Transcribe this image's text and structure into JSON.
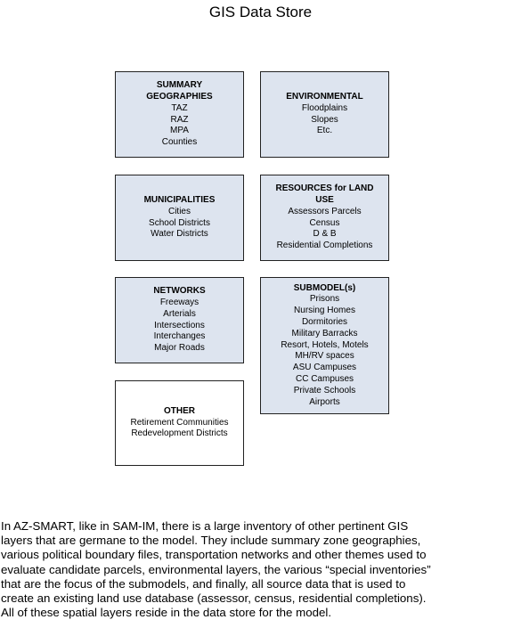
{
  "title": "GIS Data Store",
  "boxes": [
    {
      "id": "summary",
      "heading_lines": [
        "SUMMARY",
        "GEOGRAPHIES"
      ],
      "items": [
        "TAZ",
        "RAZ",
        "MPA",
        "Counties"
      ]
    },
    {
      "id": "environmental",
      "heading_lines": [
        "ENVIRONMENTAL"
      ],
      "items": [
        "Floodplains",
        "Slopes",
        "Etc."
      ]
    },
    {
      "id": "municipalities",
      "heading_lines": [
        "MUNICIPALITIES"
      ],
      "items": [
        "Cities",
        "School Districts",
        "Water Districts"
      ]
    },
    {
      "id": "resources",
      "heading_lines": [
        "RESOURCES for LAND",
        "USE"
      ],
      "items": [
        "Assessors Parcels",
        "Census",
        "D & B",
        "Residential Completions"
      ]
    },
    {
      "id": "networks",
      "heading_lines": [
        "NETWORKS"
      ],
      "items": [
        "Freeways",
        "Arterials",
        "Intersections",
        "Interchanges",
        "Major Roads"
      ]
    },
    {
      "id": "submodels",
      "heading_lines": [
        "SUBMODEL(s)"
      ],
      "items": [
        "Prisons",
        "Nursing Homes",
        "Dormitories",
        "Military Barracks",
        "Resort, Hotels, Motels",
        "MH/RV spaces",
        "ASU Campuses",
        "CC Campuses",
        "Private Schools",
        "Airports"
      ]
    },
    {
      "id": "other",
      "heading_lines": [
        "OTHER"
      ],
      "items": [
        "Retirement Communities",
        "Redevelopment Districts"
      ]
    }
  ],
  "paragraph_lines": [
    "In AZ-SMART, like in SAM-IM, there is a large inventory of other pertinent GIS",
    "layers that are germane to the model.  They include summary zone geographies,",
    "various political boundary files, transportation networks and other themes used to",
    "evaluate candidate parcels, environmental layers, the various “special inventories”",
    "that are the focus of the submodels, and finally, all source data that is used to",
    "create an existing land use database (assessor, census, residential completions).",
    "All of these spatial layers reside in the data store for the model."
  ]
}
